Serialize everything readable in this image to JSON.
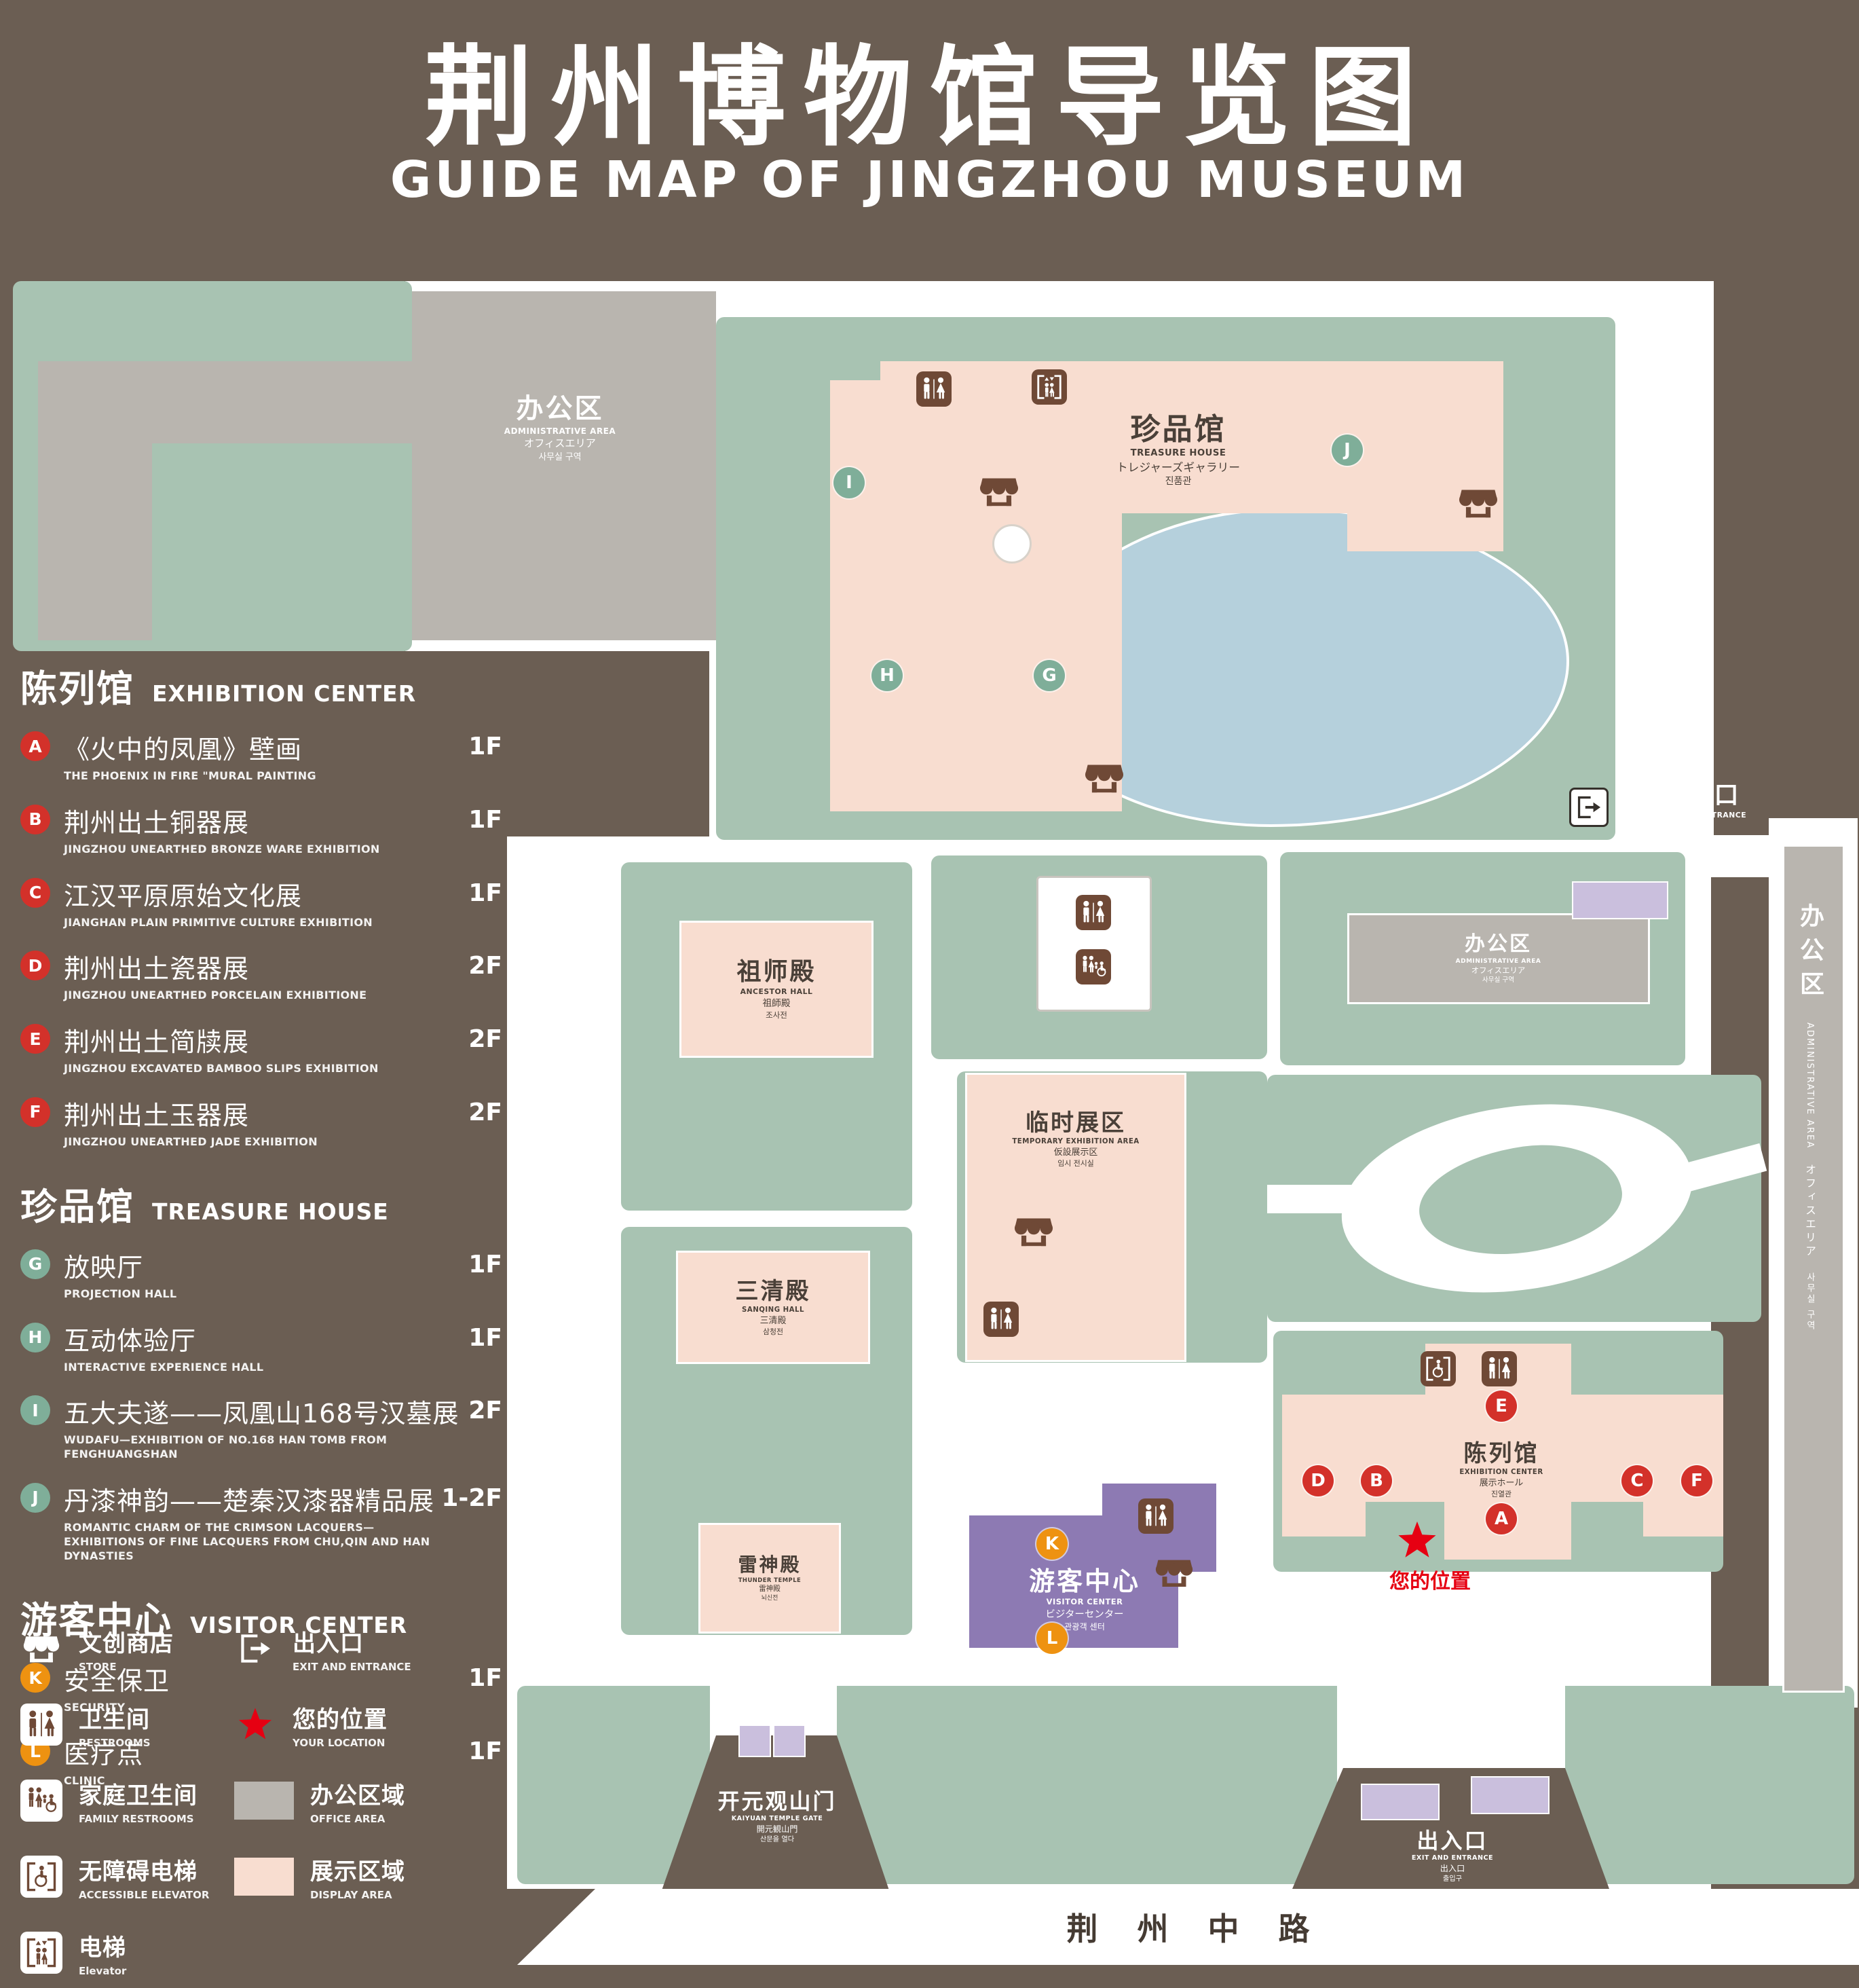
{
  "header": {
    "title_zh": "荆州博物馆导览图",
    "title_en": "GUIDE MAP OF JINGZHOU MUSEUM"
  },
  "legend": {
    "sections": [
      {
        "zh": "陈列馆",
        "en": "EXHIBITION CENTER",
        "items": [
          {
            "letter": "A",
            "zh": "《火中的凤凰》壁画",
            "en": "THE PHOENIX IN FIRE \"MURAL PAINTING",
            "floor": "1F"
          },
          {
            "letter": "B",
            "zh": "荆州出土铜器展",
            "en": "JINGZHOU UNEARTHED BRONZE WARE EXHIBITION",
            "floor": "1F"
          },
          {
            "letter": "C",
            "zh": "江汉平原原始文化展",
            "en": "JIANGHAN PLAIN PRIMITIVE CULTURE EXHIBITION",
            "floor": "1F"
          },
          {
            "letter": "D",
            "zh": "荆州出土瓷器展",
            "en": "JINGZHOU UNEARTHED PORCELAIN EXHIBITIONE",
            "floor": "2F"
          },
          {
            "letter": "E",
            "zh": "荆州出土简牍展",
            "en": "JINGZHOU EXCAVATED BAMBOO SLIPS EXHIBITION",
            "floor": "2F"
          },
          {
            "letter": "F",
            "zh": "荆州出土玉器展",
            "en": "JINGZHOU UNEARTHED JADE EXHIBITION",
            "floor": "2F"
          }
        ]
      },
      {
        "zh": "珍品馆",
        "en": "TREASURE HOUSE",
        "items": [
          {
            "letter": "G",
            "zh": "放映厅",
            "en": "PROJECTION HALL",
            "floor": "1F"
          },
          {
            "letter": "H",
            "zh": "互动体验厅",
            "en": "INTERACTIVE EXPERIENCE HALL",
            "floor": "1F"
          },
          {
            "letter": "I",
            "zh": "五大夫遂——凤凰山168号汉墓展",
            "en": "WUDAFU—EXHIBITION OF NO.168 HAN TOMB FROM FENGHUANGSHAN",
            "floor": "2F"
          },
          {
            "letter": "J",
            "zh": "丹漆神韵——楚秦汉漆器精品展",
            "en": "ROMANTIC CHARM OF THE CRIMSON LACQUERS—EXHIBITIONS OF FINE LACQUERS FROM CHU,QIN AND HAN DYNASTIES",
            "floor": "1-2F"
          }
        ]
      },
      {
        "zh": "游客中心",
        "en": "VISITOR CENTER",
        "items": [
          {
            "letter": "K",
            "zh": "安全保卫",
            "en": "SECURITY",
            "floor": "1F"
          },
          {
            "letter": "L",
            "zh": "医疗点",
            "en": "CLINIC",
            "floor": "1F"
          }
        ]
      }
    ],
    "symbols": {
      "col1": [
        {
          "icon": "store-icon",
          "zh": "文创商店",
          "en": "STORE"
        },
        {
          "icon": "restroom-icon",
          "zh": "卫生间",
          "en": "RESTROOMS"
        },
        {
          "icon": "family-restroom-icon",
          "zh": "家庭卫生间",
          "en": "FAMILY RESTROOMS"
        },
        {
          "icon": "accessible-elevator-icon",
          "zh": "无障碍电梯",
          "en": "ACCESSIBLE ELEVATOR"
        },
        {
          "icon": "elevator-icon",
          "zh": "电梯",
          "en": "Elevator"
        }
      ],
      "col2": [
        {
          "icon": "exit-icon",
          "zh": "出入口",
          "en": "EXIT AND ENTRANCE"
        },
        {
          "icon": "your-location-star",
          "zh": "您的位置",
          "en": "YOUR LOCATION"
        },
        {
          "icon": "office-area-swatch",
          "zh": "办公区域",
          "en": "OFFICE AREA"
        },
        {
          "icon": "display-area-swatch",
          "zh": "展示区域",
          "en": "DISPLAY AREA"
        }
      ]
    }
  },
  "map": {
    "buildings": {
      "admin": {
        "zh": "办公区",
        "en": "ADMINISTRATIVE AREA",
        "jp": "オフィスエリア",
        "kr": "사무실 구역"
      },
      "treasure": {
        "zh": "珍品馆",
        "en": "TREASURE HOUSE",
        "jp": "トレジャーズギャラリー",
        "kr": "진품관"
      },
      "ancestor": {
        "zh": "祖师殿",
        "en": "ANCESTOR HALL",
        "jp": "祖師殿",
        "kr": "조사전"
      },
      "temporary": {
        "zh": "临时展区",
        "en": "TEMPORARY EXHIBITION AREA",
        "jp": "仮設展示区",
        "kr": "임시 전시실"
      },
      "sanqing": {
        "zh": "三清殿",
        "en": "SANQING HALL",
        "jp": "三清殿",
        "kr": "삼청전"
      },
      "thunder": {
        "zh": "雷神殿",
        "en": "THUNDER TEMPLE",
        "jp": "雷神殿",
        "kr": "뇌신전"
      },
      "visitor": {
        "zh": "游客中心",
        "en": "VISITOR CENTER",
        "jp": "ビジターセンター",
        "kr": "관광객 센터"
      },
      "exhibition": {
        "zh": "陈列馆",
        "en": "EXHIBITION CENTER",
        "jp": "展示ホール",
        "kr": "진열관"
      },
      "gate": {
        "zh": "开元观山门",
        "en": "KAIYUAN TEMPLE GATE",
        "jp": "開元観山門",
        "kr": "산문을 열다"
      },
      "exit": {
        "zh": "出入口",
        "en": "EXIT AND ENTRANCE",
        "jp": "出入口",
        "kr": "출입구"
      }
    },
    "labels": {
      "your_location": "您的位置",
      "road": "荆州中路"
    },
    "markers": [
      {
        "letter": "G",
        "type": "green"
      },
      {
        "letter": "H",
        "type": "green"
      },
      {
        "letter": "I",
        "type": "green"
      },
      {
        "letter": "J",
        "type": "green"
      },
      {
        "letter": "A",
        "type": "red"
      },
      {
        "letter": "B",
        "type": "red"
      },
      {
        "letter": "C",
        "type": "red"
      },
      {
        "letter": "D",
        "type": "red"
      },
      {
        "letter": "E",
        "type": "red"
      },
      {
        "letter": "F",
        "type": "red"
      },
      {
        "letter": "K",
        "type": "orange"
      },
      {
        "letter": "L",
        "type": "orange"
      }
    ],
    "colors": {
      "background": "#6b5e53",
      "green_area": "#a8c3b2",
      "display_area": "#f8ddd0",
      "office_area": "#b9b5af",
      "lake": "#b5d0dc",
      "visitor_center": "#8d7ab3",
      "entrance": "#cabfdd",
      "marker_red": "#d3312a",
      "marker_green": "#7fae99",
      "marker_orange": "#ee9211",
      "icon_brown": "#6f4936",
      "location_red": "#e60012"
    }
  }
}
